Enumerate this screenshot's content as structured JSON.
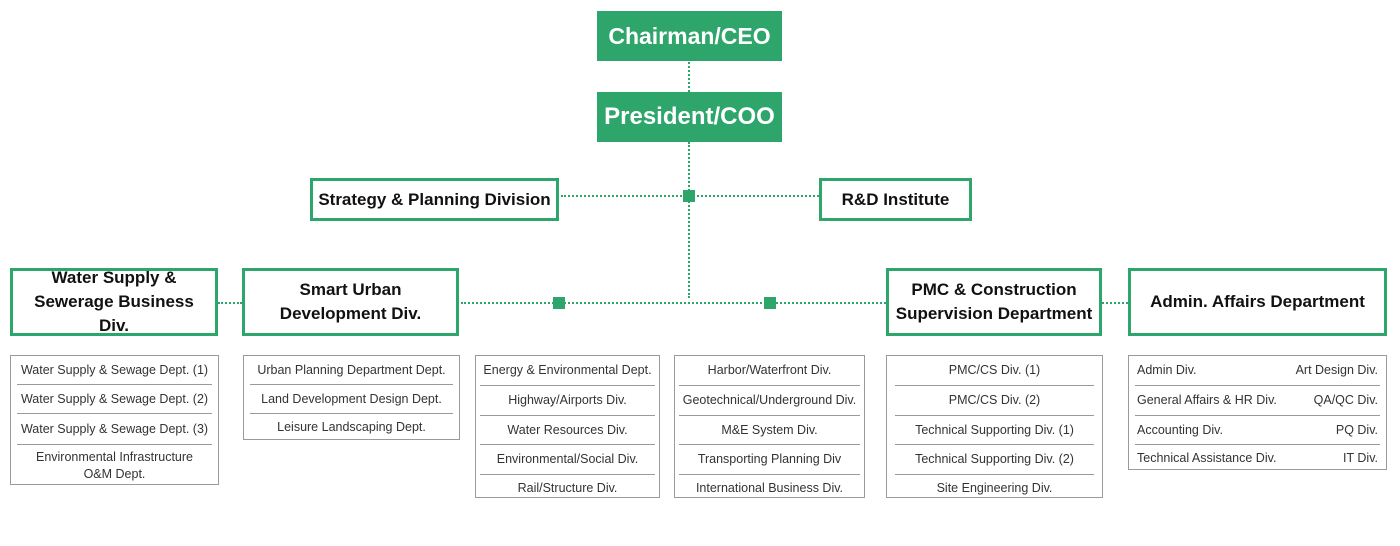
{
  "top": {
    "chairman": "Chairman/CEO",
    "president": "President/COO"
  },
  "staff": {
    "strategy": "Strategy & Planning Division",
    "rnd": "R&D Institute"
  },
  "divisions": {
    "water": "Water Supply & Sewerage Business Div.",
    "urban": "Smart Urban Development Div.",
    "pmc": "PMC & Construction Supervision Department",
    "admin": "Admin. Affairs Department"
  },
  "lists": {
    "water": [
      "Water Supply & Sewage Dept. (1)",
      "Water Supply & Sewage Dept. (2)",
      "Water Supply & Sewage Dept. (3)",
      "Environmental Infrastructure O&M Dept."
    ],
    "urban": [
      "Urban Planning Department Dept.",
      "Land Development Design Dept.",
      "Leisure Landscaping Dept."
    ],
    "energy": [
      "Energy & Environmental Dept.",
      "Highway/Airports Div.",
      "Water Resources Div.",
      "Environmental/Social Div.",
      "Rail/Structure Div."
    ],
    "harbor": [
      "Harbor/Waterfront Div.",
      "Geotechnical/Underground Div.",
      "M&E System Div.",
      "Transporting Planning Div",
      "International Business Div."
    ],
    "pmc": [
      "PMC/CS Div. (1)",
      "PMC/CS Div. (2)",
      "Technical Supporting Div. (1)",
      "Technical Supporting Div. (2)",
      "Site Engineering Div."
    ],
    "admin": [
      [
        "Admin Div.",
        "Art Design Div."
      ],
      [
        "General Affairs & HR Div.",
        "QA/QC Div."
      ],
      [
        "Accounting Div.",
        "PQ Div."
      ],
      [
        "Technical Assistance Div.",
        "IT Div."
      ]
    ]
  }
}
